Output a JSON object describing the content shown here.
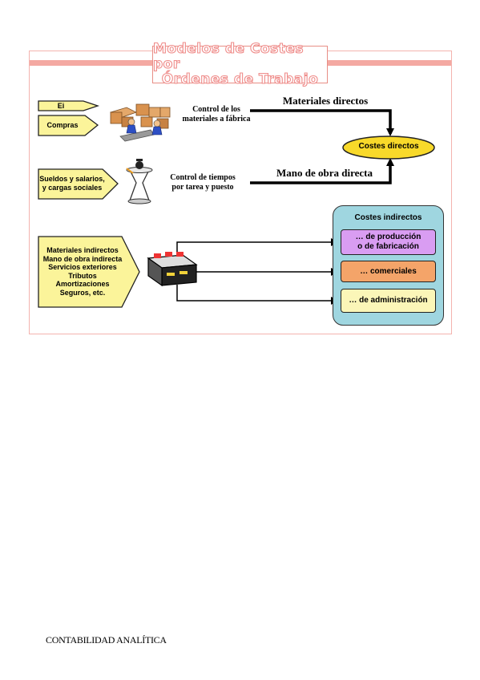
{
  "title": {
    "line1": "Modelos de Costes por",
    "line2": "Órdenes de Trabajo"
  },
  "inputs": {
    "ei": "Ei",
    "compras": "Compras",
    "sueldos": [
      "Sueldos y salarios,",
      "y cargas sociales"
    ],
    "indirect_items": [
      "Materiales indirectos",
      "Mano de obra indirecta",
      "Servicios exteriores",
      "Tributos",
      "Amortizaciones",
      "Seguros, etc."
    ]
  },
  "controls": {
    "materiales": [
      "Control de los",
      "materiales a fábrica"
    ],
    "tiempos": [
      "Control de tiempos",
      "por tarea y puesto"
    ]
  },
  "flows": {
    "materiales_directos": "Materiales directos",
    "mano_obra_directa": "Mano de obra directa"
  },
  "costes_directos": "Costes directos",
  "costes_indirectos": {
    "title": "Costes indirectos",
    "produccion": [
      "… de producción",
      "o de fabricación"
    ],
    "comerciales": "… comerciales",
    "administracion": "… de administración"
  },
  "colors": {
    "yellow": "#fbf49a",
    "purple": "#d99df2",
    "orange": "#f4a469",
    "lightyellow": "#fbf6b8",
    "panel": "#9fd6e0",
    "title_pink": "#ef8c8a",
    "ellipse": "#f8d92a"
  },
  "icons": [
    "boxes-workers-icon",
    "timekeeper-icon",
    "cost-card-machine-icon"
  ],
  "footer": "CONTABILIDAD ANALÍTICA"
}
